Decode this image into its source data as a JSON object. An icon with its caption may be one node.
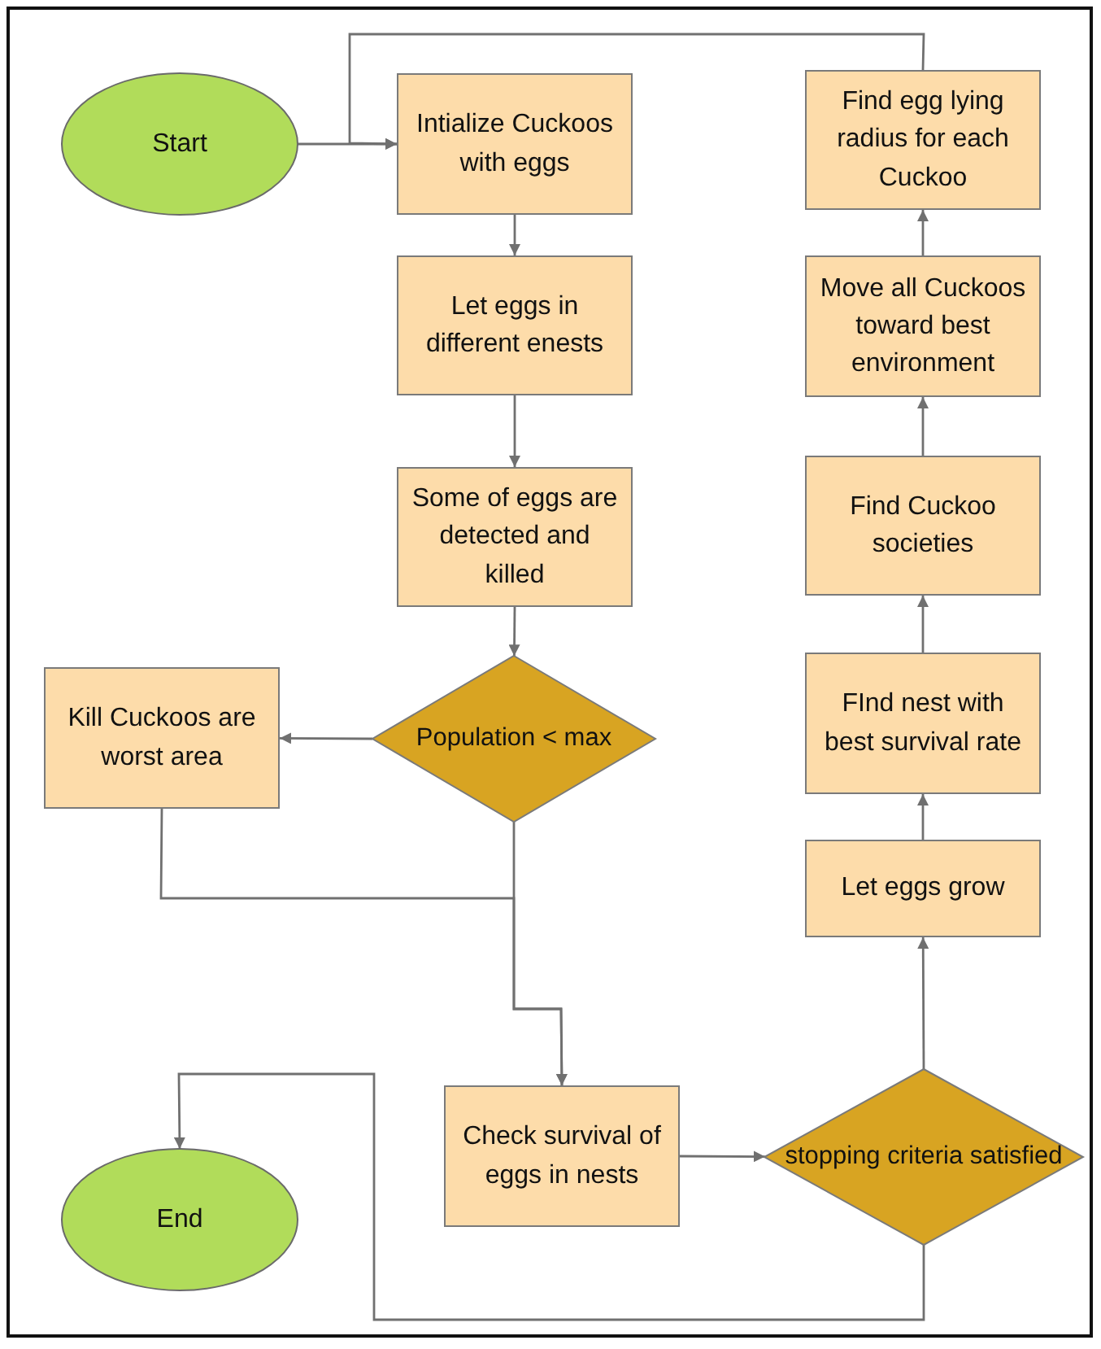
{
  "diagram": {
    "nodes": [
      {
        "text": [
          "Start"
        ]
      },
      {
        "text": [
          "Intialize Cuckoos with eggs"
        ]
      },
      {
        "text": [
          "Let eggs in different enests"
        ]
      },
      {
        "text": [
          "Some of eggs are detected and killed"
        ]
      },
      {
        "text": [
          "Population < max"
        ]
      },
      {
        "text": [
          "Kill Cuckoos are worst area"
        ]
      },
      {
        "text": [
          "Check survival of eggs in nests"
        ]
      },
      {
        "text": [
          "stopping criteria satisfied"
        ]
      },
      {
        "text": [
          "Let eggs grow"
        ]
      },
      {
        "text": [
          "FInd nest with best survival rate"
        ]
      },
      {
        "text": [
          "Find Cuckoo societies"
        ]
      },
      {
        "text": [
          "Move all Cuckoos toward best environment"
        ]
      },
      {
        "text": [
          "Find egg lying radius for each Cuckoo"
        ]
      },
      {
        "text": [
          "End"
        ]
      }
    ],
    "edges": [
      {
        "from": 0,
        "to": 1,
        "arrow": "to"
      },
      {
        "from": 12,
        "to": 1,
        "arrow": "to"
      },
      {
        "from": 1,
        "to": 2,
        "arrow": "to"
      },
      {
        "from": 2,
        "to": 3,
        "arrow": "to"
      },
      {
        "from": 3,
        "to": 4,
        "arrow": "to"
      },
      {
        "from": 4,
        "to": 5,
        "arrow": "to"
      },
      {
        "from": 5,
        "to": 6,
        "arrow": "to"
      },
      {
        "from": 4,
        "to": 6,
        "arrow": "to"
      },
      {
        "from": 6,
        "to": 7,
        "arrow": "to"
      },
      {
        "from": 7,
        "to": 8,
        "arrow": "to"
      },
      {
        "from": 8,
        "to": 9,
        "arrow": "to"
      },
      {
        "from": 9,
        "to": 10,
        "arrow": "to"
      },
      {
        "from": 10,
        "to": 11,
        "arrow": "to"
      },
      {
        "from": 11,
        "to": 12,
        "arrow": "to"
      },
      {
        "from": 7,
        "to": 13,
        "arrow": "to"
      }
    ]
  }
}
